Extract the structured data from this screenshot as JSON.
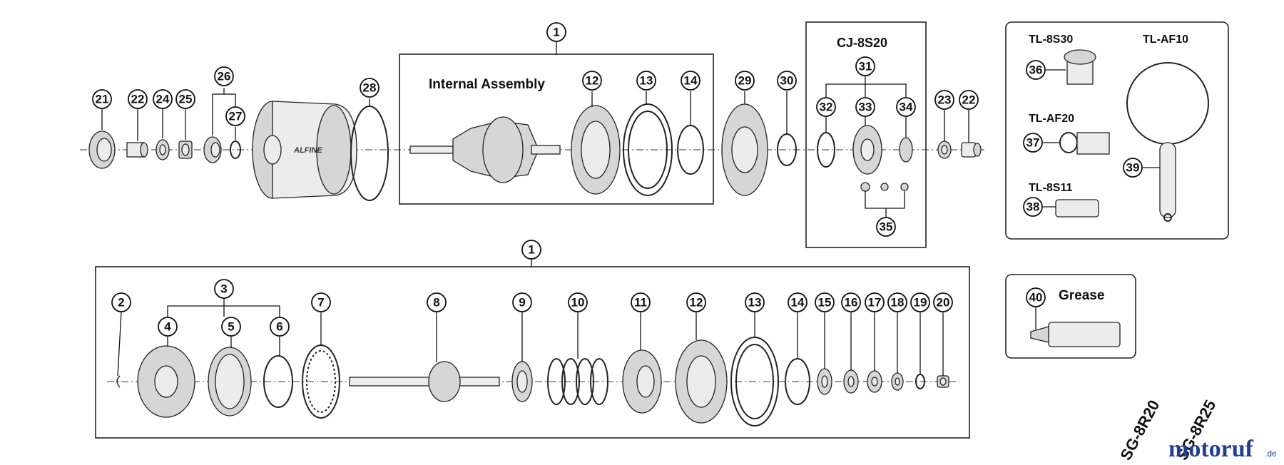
{
  "labels": {
    "internal_assembly": "Internal Assembly",
    "cj": "CJ-8S20",
    "tl_8s30": "TL-8S30",
    "tl_af10": "TL-AF10",
    "tl_af20": "TL-AF20",
    "tl_8s11": "TL-8S11",
    "grease": "Grease",
    "hub_brand": "ALFINE",
    "model1": "SG-8R20",
    "model2": "SG-8R25",
    "watermark_main": "motoruf",
    "watermark_suffix": ".de"
  },
  "callouts": {
    "c1a": "1",
    "c1b": "1",
    "c2": "2",
    "c3": "3",
    "c4": "4",
    "c5": "5",
    "c6": "6",
    "c7": "7",
    "c8": "8",
    "c9": "9",
    "c10": "10",
    "c11": "11",
    "c12a": "12",
    "c12b": "12",
    "c13a": "13",
    "c13b": "13",
    "c14a": "14",
    "c14b": "14",
    "c15": "15",
    "c16": "16",
    "c17": "17",
    "c18": "18",
    "c19": "19",
    "c20": "20",
    "c21": "21",
    "c22a": "22",
    "c22b": "22",
    "c23": "23",
    "c24": "24",
    "c25": "25",
    "c26": "26",
    "c27": "27",
    "c28": "28",
    "c29": "29",
    "c30": "30",
    "c31": "31",
    "c32": "32",
    "c33": "33",
    "c34": "34",
    "c35": "35",
    "c36": "36",
    "c37": "37",
    "c38": "38",
    "c39": "39",
    "c40": "40"
  },
  "colors": {
    "ink": "#111111",
    "watermark_blue": "#1f3f8f",
    "watermark_orange": "#e07a1f"
  }
}
